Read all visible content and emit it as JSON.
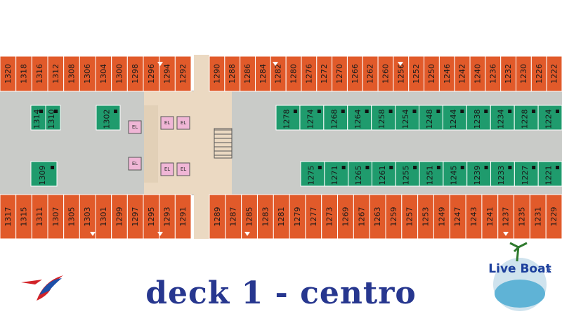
{
  "title": "deck  1  -  centro",
  "brand_text": "Live Boat",
  "brand_suffix": ".it",
  "elevator_label": "EL",
  "colors": {
    "outside_cabin": "#e15a2a",
    "inside_cabin": "#1f9b6d",
    "corridor": "#c9cbc8",
    "lobby": "#ebd9c2",
    "elevator": "#f0b6d6",
    "title": "#27378f",
    "line": "#6e6e6e"
  },
  "cabins": {
    "top_outside_left": [
      "1320",
      "1318",
      "1316",
      "1312",
      "1308",
      "1306",
      "1304",
      "1300",
      "1298",
      "1296",
      "1294",
      "1292"
    ],
    "top_outside_right": [
      "1290",
      "1288",
      "1286",
      "1284",
      "1282",
      "1280",
      "1276",
      "1272",
      "1270",
      "1266",
      "1262",
      "1260",
      "1256",
      "1252",
      "1250",
      "1246",
      "1242",
      "1240",
      "1236",
      "1232",
      "1230",
      "1226",
      "1222"
    ],
    "top_inside_left": [
      "1314",
      "1310",
      "1302"
    ],
    "top_inside_right": [
      "1278",
      "1274",
      "1268",
      "1264",
      "1258",
      "1254",
      "1248",
      "1244",
      "1238",
      "1234",
      "1228",
      "1224"
    ],
    "bottom_inside_left": [
      "1309"
    ],
    "bottom_inside_right": [
      "1275",
      "1271",
      "1265",
      "1261",
      "1255",
      "1251",
      "1245",
      "1239",
      "1233",
      "1227",
      "1221"
    ],
    "bottom_outside_left": [
      "1317",
      "1315",
      "1311",
      "1307",
      "1305",
      "1303",
      "1301",
      "1299",
      "1297",
      "1295",
      "1293",
      "1291"
    ],
    "bottom_outside_right": [
      "1289",
      "1287",
      "1285",
      "1283",
      "1281",
      "1279",
      "1277",
      "1273",
      "1269",
      "1267",
      "1263",
      "1259",
      "1257",
      "1253",
      "1249",
      "1247",
      "1243",
      "1241",
      "1237",
      "1235",
      "1231",
      "1229"
    ]
  }
}
